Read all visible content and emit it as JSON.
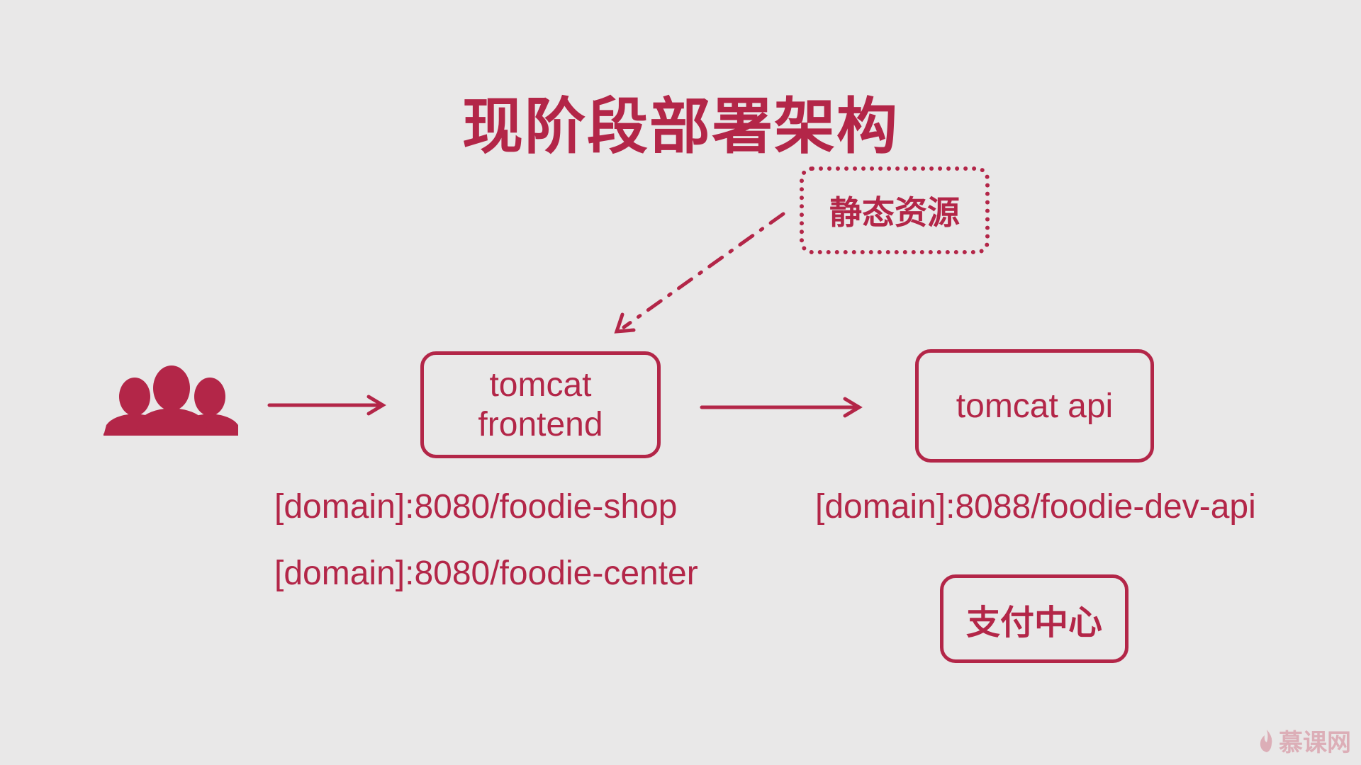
{
  "title": "现阶段部署架构",
  "nodes": {
    "static_resources": "静态资源",
    "frontend_line1": "tomcat",
    "frontend_line2": "frontend",
    "api": "tomcat api",
    "payment_center": "支付中心"
  },
  "urls": {
    "foodie_shop": "[domain]:8080/foodie-shop",
    "foodie_center": "[domain]:8080/foodie-center",
    "foodie_dev_api": "[domain]:8088/foodie-dev-api"
  },
  "icons": {
    "users": "users-group-icon",
    "watermark_flame": "flame-logo-icon"
  },
  "watermark": "慕课网",
  "colors": {
    "accent": "#b32648",
    "background": "#e9e8e8"
  }
}
